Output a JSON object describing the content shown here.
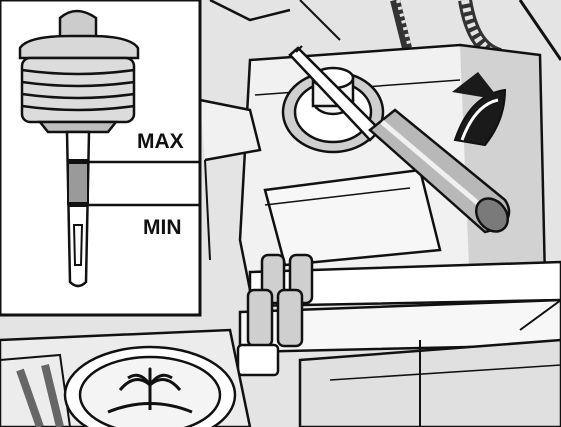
{
  "inset": {
    "max_label": "MAX",
    "min_label": "MIN"
  },
  "colors": {
    "ink": "#111111",
    "paper": "#ffffff",
    "shade_light": "#d6d6d6",
    "shade_mid": "#9a9a9a",
    "shade_dark": "#555555",
    "arrow": "#1a1a1a"
  },
  "icons": {
    "rotation_arrow": "curved-arrow-counterclockwise",
    "washer_symbol": "windshield-washer-fountain"
  }
}
